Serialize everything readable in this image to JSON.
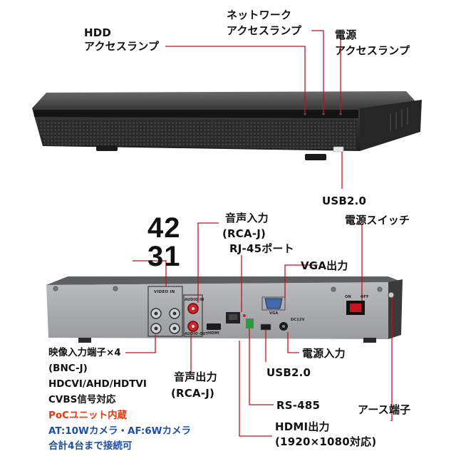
{
  "colors": {
    "line": "#c8101a",
    "body_dark": "#2b2b2b",
    "rear_panel": "#a7a9ac",
    "accent_red": "#e8380d",
    "accent_blue": "#1d4fa8"
  },
  "front_view": {
    "hdd_led": {
      "line1": "HDD",
      "line2": "アクセスランプ"
    },
    "network_led": {
      "line1": "ネットワーク",
      "line2": "アクセスランプ"
    },
    "power_led": {
      "line1": "電源",
      "line2": "アクセスランプ"
    },
    "usb_front": "USB2.0"
  },
  "rear_view": {
    "channel_top": "42",
    "channel_bottom": "31",
    "audio_in": {
      "line1": "音声入力",
      "line2": "(RCA-J)"
    },
    "rj45": "RJ-45ポート",
    "vga": "VGA出力",
    "power_switch": "電源スイッチ",
    "power_input": "電源入力",
    "usb_rear": "USB2.0",
    "audio_out": {
      "line1": "音声出力",
      "line2": "(RCA-J)"
    },
    "rs485": "RS-485",
    "hdmi": {
      "line1": "HDMI出力",
      "line2": "(1920×1080対応)"
    },
    "earth": "アース端子",
    "panel_marks": {
      "video_in": "VIDEO IN",
      "audio_in": "AUDIO IN",
      "audio_out": "AUDIO OUT",
      "hdmi": "HDMI",
      "vga": "VGA",
      "on": "ON",
      "off": "OFF",
      "dc": "DC12V"
    }
  },
  "video_input_desc": {
    "line1": "映像入力端子×4",
    "line2": "(BNC-J)",
    "line3": "HDCVI/AHD/HDTVI",
    "line4": "CVBS信号対応",
    "line5": "PoCユニット内蔵",
    "line6": "AT:10Wカメラ・AF:6Wカメラ",
    "line7": "合計4台まで接続可"
  }
}
